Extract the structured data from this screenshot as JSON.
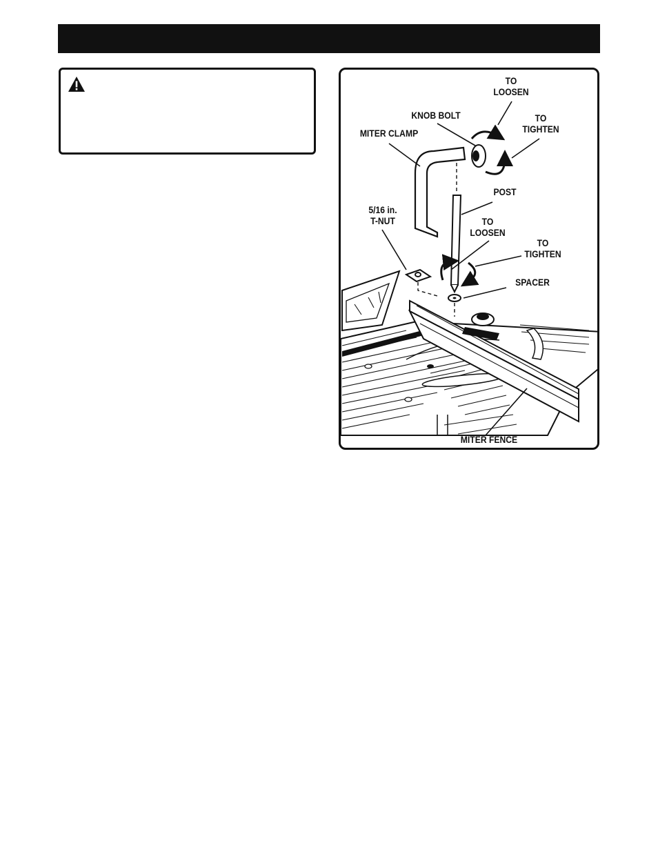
{
  "header": {
    "title": ""
  },
  "warning": {
    "icon": "warning-triangle-icon",
    "text": ""
  },
  "figure": {
    "labels": {
      "to_loosen_top": "TO\nLOOSEN",
      "knob_bolt": "KNOB BOLT",
      "to_tighten_top": "TO\nTIGHTEN",
      "miter_clamp": "MITER CLAMP",
      "post": "POST",
      "t_nut": "5/16 in.\nT-NUT",
      "to_loosen_mid": "TO\nLOOSEN",
      "to_tighten_mid": "TO\nTIGHTEN",
      "spacer": "SPACER",
      "miter_fence": "MITER FENCE"
    }
  }
}
